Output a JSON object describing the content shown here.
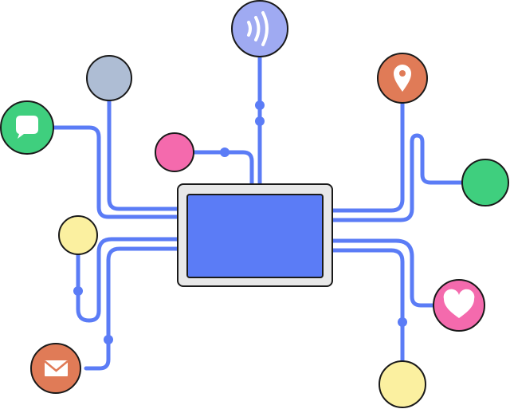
{
  "colors": {
    "wire": "#5b7cf6",
    "outline": "#1a1a1a",
    "chip_frame": "#e8e8e8",
    "chip_screen": "#5b7cf6",
    "green": "#3fcf7e",
    "gray_blue": "#aebdd4",
    "pink": "#f46aad",
    "yellow": "#fbf0a0",
    "orange": "#e07b57",
    "periwinkle": "#9faaf2",
    "white": "#ffffff"
  },
  "nodes": [
    {
      "id": "wifi-node",
      "color": "periwinkle",
      "icon": "wifi-icon"
    },
    {
      "id": "location-node",
      "color": "orange",
      "icon": "location-pin-icon"
    },
    {
      "id": "chat-node",
      "color": "green",
      "icon": "chat-bubble-icon"
    },
    {
      "id": "plain-gray-node",
      "color": "gray_blue",
      "icon": ""
    },
    {
      "id": "small-pink-node",
      "color": "pink",
      "icon": ""
    },
    {
      "id": "right-green-node",
      "color": "green",
      "icon": ""
    },
    {
      "id": "left-yellow-node",
      "color": "yellow",
      "icon": ""
    },
    {
      "id": "mail-node",
      "color": "orange",
      "icon": "mail-envelope-icon"
    },
    {
      "id": "heart-node",
      "color": "pink",
      "icon": "heart-icon"
    },
    {
      "id": "bottom-yellow-node",
      "color": "yellow",
      "icon": ""
    }
  ]
}
